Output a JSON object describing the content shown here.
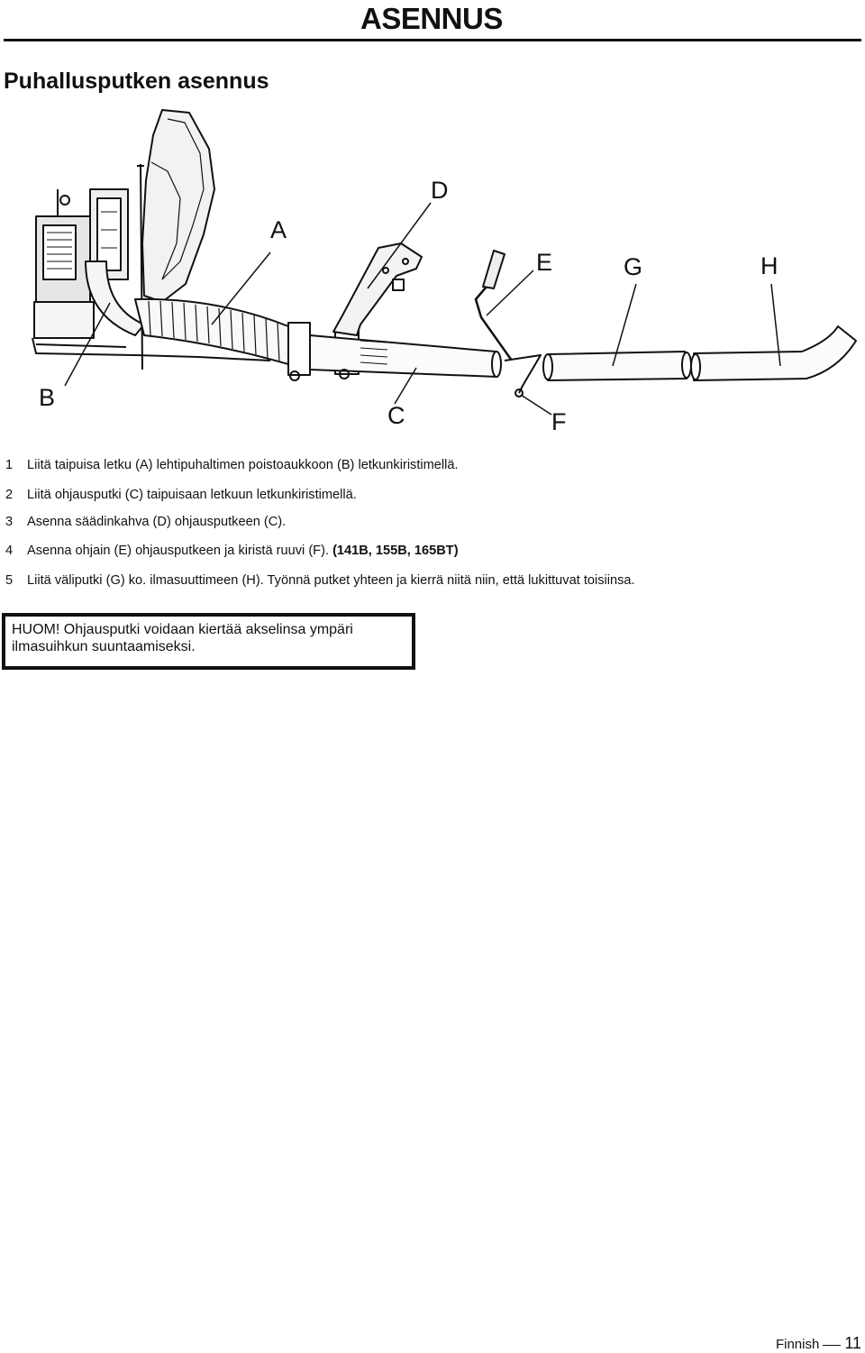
{
  "header": {
    "title": "ASENNUS"
  },
  "section": {
    "title": "Puhallusputken asennus"
  },
  "figure": {
    "labels": {
      "A": "A",
      "B": "B",
      "C": "C",
      "D": "D",
      "E": "E",
      "F": "F",
      "G": "G",
      "H": "H"
    }
  },
  "steps": [
    {
      "num": "1",
      "text": "Liitä taipuisa letku (A) lehtipuhaltimen poistoaukkoon (B) letkunkiristimellä.",
      "bold": ""
    },
    {
      "num": "2",
      "text": "Liitä ohjausputki (C) taipuisaan letkuun letkunkiristimellä.",
      "bold": ""
    },
    {
      "num": "3",
      "text": "Asenna säädinkahva (D) ohjausputkeen (C).",
      "bold": ""
    },
    {
      "num": "4",
      "text": "Asenna ohjain (E) ohjausputkeen ja kiristä ruuvi (F). ",
      "bold": "(141B, 155B, 165BT)"
    },
    {
      "num": "5",
      "text": "Liitä väliputki (G) ko. ilmasuuttimeen (H). Työnnä putket yhteen ja kierrä niitä niin, että lukittuvat toisiinsa.",
      "bold": ""
    }
  ],
  "note": {
    "line1": "HUOM! Ohjausputki voidaan kiertää akselinsa ympäri",
    "line2": "ilmasuihkun suuntaamiseksi."
  },
  "footer": {
    "language": "Finnish",
    "page": "11"
  }
}
